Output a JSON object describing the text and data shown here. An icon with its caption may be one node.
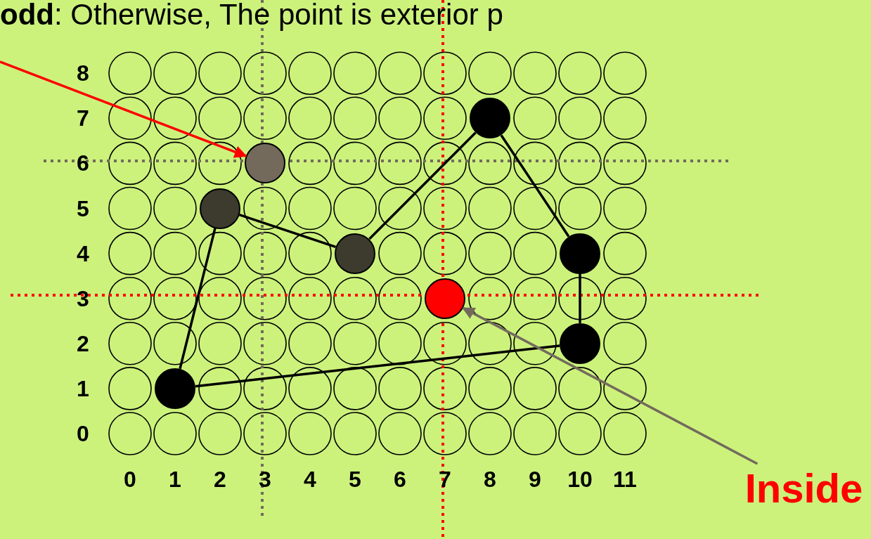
{
  "diagram": {
    "nodes": [
      {
        "text": [],
        "shape": "circle"
      },
      {
        "text": [],
        "shape": "circle"
      },
      {
        "text": [],
        "shape": "circle"
      },
      {
        "text": [],
        "shape": "circle"
      },
      {
        "text": [],
        "shape": "circle"
      },
      {
        "text": [],
        "shape": "circle"
      },
      {
        "text": [],
        "shape": "circle"
      },
      {
        "text": [],
        "shape": "circle"
      },
      {
        "text": [
          "Inside"
        ]
      }
    ],
    "edges": [
      {
        "from": 7,
        "to": 2,
        "arrow": "none"
      },
      {
        "from": 2,
        "to": 3,
        "arrow": "none"
      },
      {
        "from": 3,
        "to": 0,
        "arrow": "none"
      },
      {
        "from": 0,
        "to": 4,
        "arrow": "none"
      },
      {
        "from": 4,
        "to": 6,
        "arrow": "none"
      },
      {
        "from": 6,
        "to": 7,
        "arrow": "none"
      },
      {
        "from": null,
        "to": 1,
        "arrow": "to",
        "color": "#ff0000"
      },
      {
        "from": 8,
        "to": 5,
        "arrow": "to",
        "color": "#736a5c"
      }
    ],
    "labels": [
      "**odd**: Otherwise, The point is exterior p",
      "8",
      "7",
      "6",
      "5",
      "4",
      "3",
      "2",
      "1",
      "0",
      "0",
      "1",
      "2",
      "3",
      "4",
      "5",
      "6",
      "7",
      "8",
      "9",
      "10",
      "11"
    ]
  }
}
